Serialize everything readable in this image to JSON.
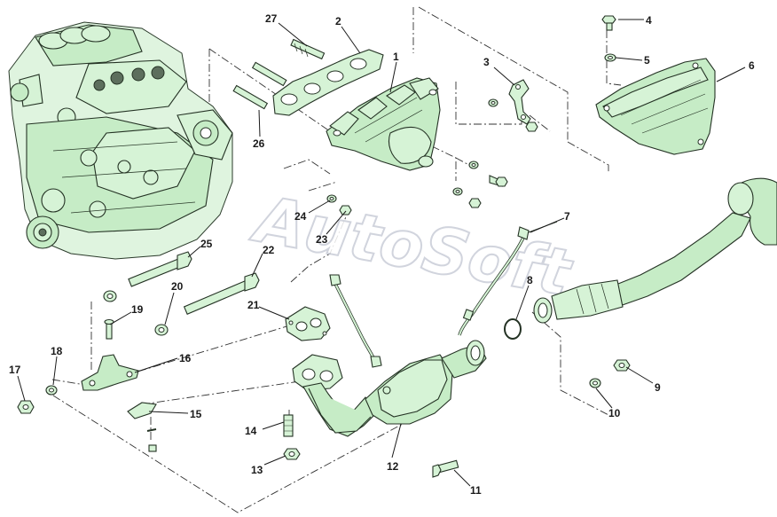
{
  "watermark": "AutoSoft",
  "callouts": [
    {
      "id": "c27",
      "text": "27"
    },
    {
      "id": "c2",
      "text": "2"
    },
    {
      "id": "c1",
      "text": "1"
    },
    {
      "id": "c3",
      "text": "3"
    },
    {
      "id": "c4",
      "text": "4"
    },
    {
      "id": "c5",
      "text": "5"
    },
    {
      "id": "c6",
      "text": "6"
    },
    {
      "id": "c26",
      "text": "26"
    },
    {
      "id": "c24",
      "text": "24"
    },
    {
      "id": "c23",
      "text": "23"
    },
    {
      "id": "c7",
      "text": "7"
    },
    {
      "id": "c25",
      "text": "25"
    },
    {
      "id": "c22",
      "text": "22"
    },
    {
      "id": "c20",
      "text": "20"
    },
    {
      "id": "c19",
      "text": "19"
    },
    {
      "id": "c21",
      "text": "21"
    },
    {
      "id": "c8",
      "text": "8"
    },
    {
      "id": "c18",
      "text": "18"
    },
    {
      "id": "c17",
      "text": "17"
    },
    {
      "id": "c16",
      "text": "16"
    },
    {
      "id": "c15",
      "text": "15"
    },
    {
      "id": "c9",
      "text": "9"
    },
    {
      "id": "c10",
      "text": "10"
    },
    {
      "id": "c14",
      "text": "14"
    },
    {
      "id": "c13",
      "text": "13"
    },
    {
      "id": "c12",
      "text": "12"
    },
    {
      "id": "c11",
      "text": "11"
    }
  ]
}
